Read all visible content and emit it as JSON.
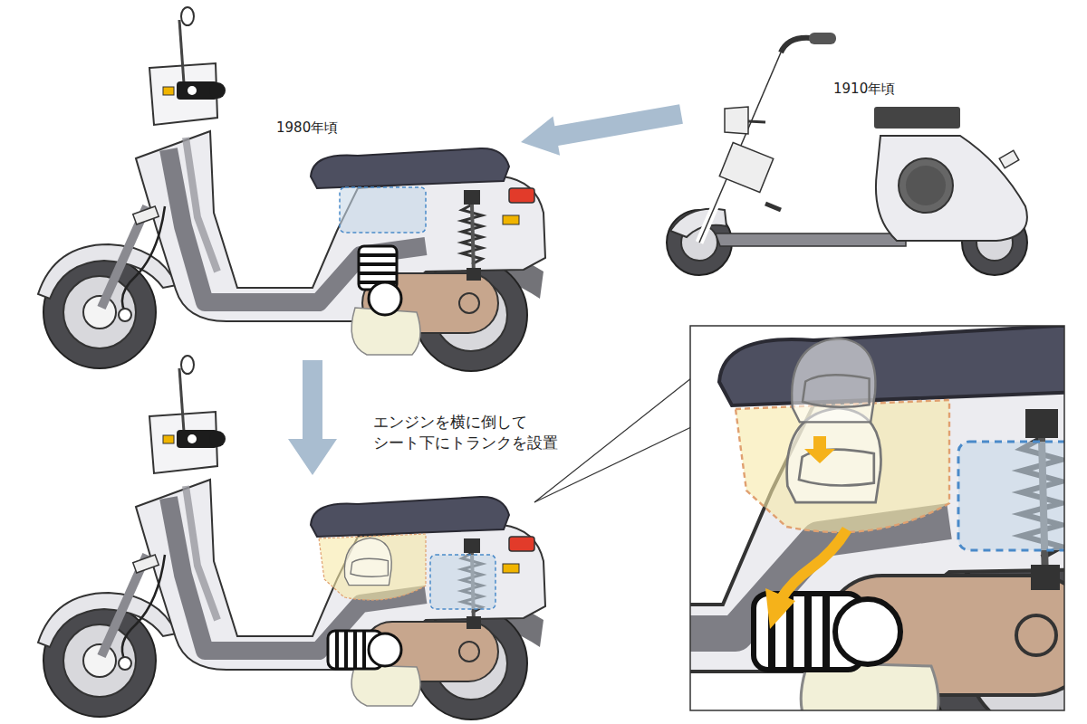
{
  "diagram": {
    "labels": [
      "1980年頃",
      "1910年頃",
      "エンジンを横に倒して シート下にトランクを設置"
    ]
  }
}
